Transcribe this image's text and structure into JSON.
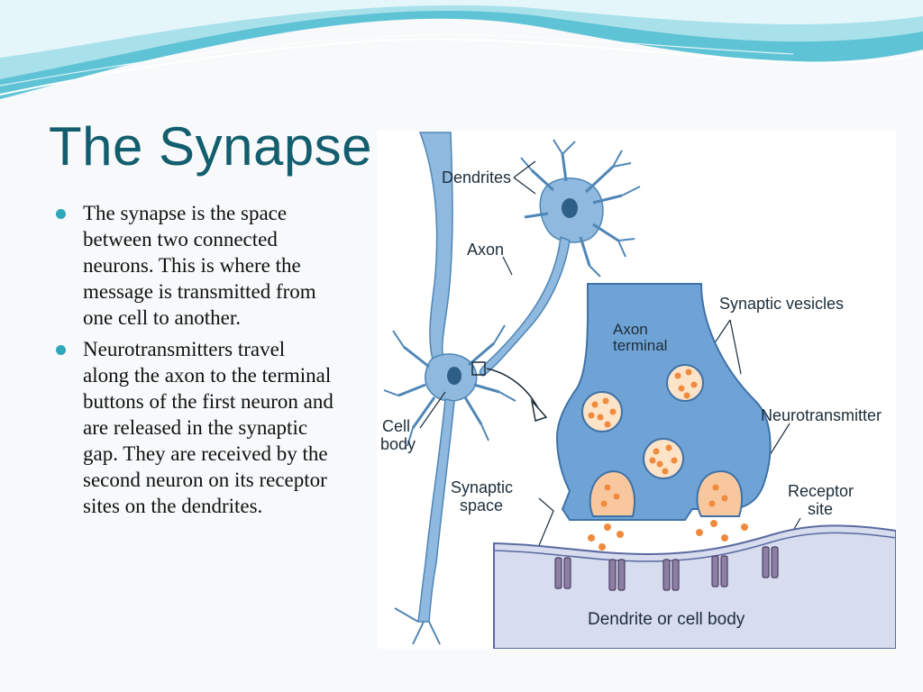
{
  "slide": {
    "title": "The Synapse",
    "bullets": [
      "The synapse is the space between two connected neurons. This is where the message is transmitted from one cell to another.",
      "Neurotransmitters travel along the axon to the terminal buttons of the first neuron and are released in the synaptic gap. They are received by the second neuron on its receptor sites on the dendrites."
    ]
  },
  "diagram": {
    "labels": {
      "dendrites": "Dendrites",
      "axon": "Axon",
      "cell_body_1": "Cell",
      "cell_body_2": "body",
      "axon_terminal_1": "Axon",
      "axon_terminal_2": "terminal",
      "synaptic_vesicles": "Synaptic vesicles",
      "neurotransmitter": "Neurotransmitter",
      "synaptic_space_1": "Synaptic",
      "synaptic_space_2": "space",
      "receptor_site_1": "Receptor",
      "receptor_site_2": "site",
      "dendrite_or_cell_body": "Dendrite or cell body"
    }
  },
  "colors": {
    "title": "#135e6e",
    "bullet": "#2fa7b8",
    "neuron": "#8fb9de",
    "terminal": "#6fa3d6",
    "vesicle": "#f08a3c",
    "receptor": "#8c7fa3"
  }
}
